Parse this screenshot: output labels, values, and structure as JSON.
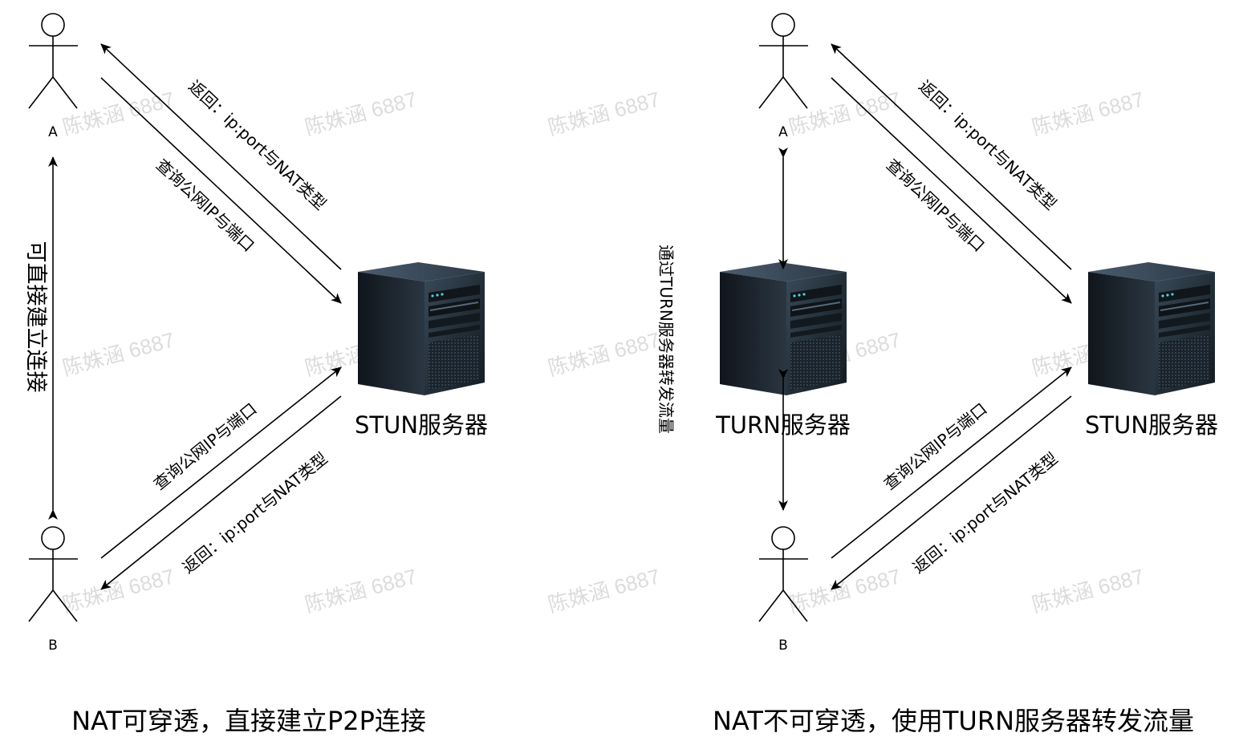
{
  "watermark_text": "陈姝涵 6887",
  "left_panel": {
    "caption": "NAT可穿透，直接建立P2P连接",
    "actor_a": "A",
    "actor_b": "B",
    "server_label": "STUN服务器",
    "direct_label": "可直接建立连接",
    "a_query": "查询公网IP与端口",
    "a_return": "返回：ip:port与NAT类型",
    "b_query": "查询公网IP与端口",
    "b_return": "返回：ip:port与NAT类型"
  },
  "right_panel": {
    "caption": "NAT不可穿透，使用TURN服务器转发流量",
    "actor_a": "A",
    "actor_b": "B",
    "turn_label": "TURN服务器",
    "stun_label": "STUN服务器",
    "relay_label": "通过TURN服务器转发流量",
    "a_query": "查询公网IP与端口",
    "a_return": "返回：ip:port与NAT类型",
    "b_query": "查询公网IP与端口",
    "b_return": "返回：ip:port与NAT类型"
  },
  "icons": {
    "actor": "stick-figure-icon",
    "server": "server-tower-icon"
  },
  "colors": {
    "server_body": "#2c3a48",
    "server_front": "#1e2730",
    "led": "#4fd0e0",
    "watermark": "#dcdcdc"
  }
}
